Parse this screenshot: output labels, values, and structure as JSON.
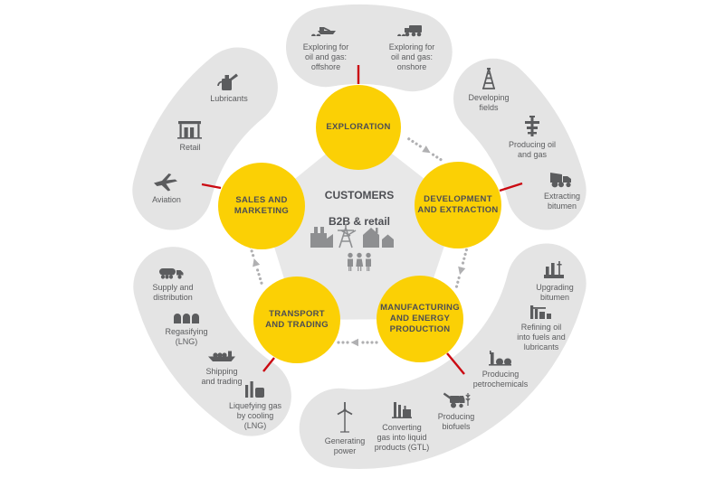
{
  "palette": {
    "segment_yellow": "#FBD005",
    "connector_red": "#CB0A12",
    "arc_gray": "#E4E4E4",
    "pentagon_gray": "#E8E8E8",
    "icon_gray": "#5B5C5E",
    "label_gray": "#5B5C5E",
    "center_icon_gray": "#8E8F91",
    "flow_dot_gray": "#B0B0B2"
  },
  "center": {
    "title": "CUSTOMERS",
    "subtitle": "B2B & retail",
    "icons": [
      "factory-icon",
      "power-pylon-icon",
      "houses-icon",
      "people-icon"
    ]
  },
  "segments": [
    {
      "id": "exploration",
      "label": "EXPLORATION"
    },
    {
      "id": "development-and-extraction",
      "label": "DEVELOPMENT\nAND EXTRACTION"
    },
    {
      "id": "manufacturing-and-energy-production",
      "label": "MANUFACTURING\nAND ENERGY\nPRODUCTION"
    },
    {
      "id": "transport-and-trading",
      "label": "TRANSPORT\nAND TRADING"
    },
    {
      "id": "sales-and-marketing",
      "label": "SALES AND\nMARKETING"
    }
  ],
  "flow_arrows": [
    {
      "from": "exploration",
      "to": "development-and-extraction"
    },
    {
      "from": "development-and-extraction",
      "to": "manufacturing-and-energy-production"
    },
    {
      "from": "manufacturing-and-energy-production",
      "to": "transport-and-trading"
    },
    {
      "from": "transport-and-trading",
      "to": "sales-and-marketing"
    }
  ],
  "activities": [
    {
      "label": "Exploring for\noil and gas:\noffshore",
      "icon": "seismic-vessel-icon"
    },
    {
      "label": "Exploring for\noil and gas:\nonshore",
      "icon": "seismic-truck-icon"
    },
    {
      "label": "Developing\nfields",
      "icon": "drilling-derrick-icon"
    },
    {
      "label": "Producing oil\nand gas",
      "icon": "wellhead-icon"
    },
    {
      "label": "Extracting\nbitumen",
      "icon": "mining-truck-icon"
    },
    {
      "label": "Upgrading\nbitumen",
      "icon": "upgrader-plant-icon"
    },
    {
      "label": "Refining oil\ninto fuels and\nlubricants",
      "icon": "refinery-icon"
    },
    {
      "label": "Producing\npetrochemicals",
      "icon": "petrochemical-plant-icon"
    },
    {
      "label": "Producing\nbiofuels",
      "icon": "biofuel-harvester-icon"
    },
    {
      "label": "Converting\ngas into liquid\nproducts (GTL)",
      "icon": "gtl-plant-icon"
    },
    {
      "label": "Generating\npower",
      "icon": "wind-turbine-icon"
    },
    {
      "label": "Liquefying gas\nby cooling\n(LNG)",
      "icon": "lng-plant-icon"
    },
    {
      "label": "Shipping\nand trading",
      "icon": "lng-carrier-icon"
    },
    {
      "label": "Regasifying\n(LNG)",
      "icon": "storage-tanks-icon"
    },
    {
      "label": "Supply and\ndistribution",
      "icon": "tanker-truck-icon"
    },
    {
      "label": "Aviation",
      "icon": "airplane-icon"
    },
    {
      "label": "Retail",
      "icon": "fuel-station-icon"
    },
    {
      "label": "Lubricants",
      "icon": "oil-can-icon"
    }
  ]
}
